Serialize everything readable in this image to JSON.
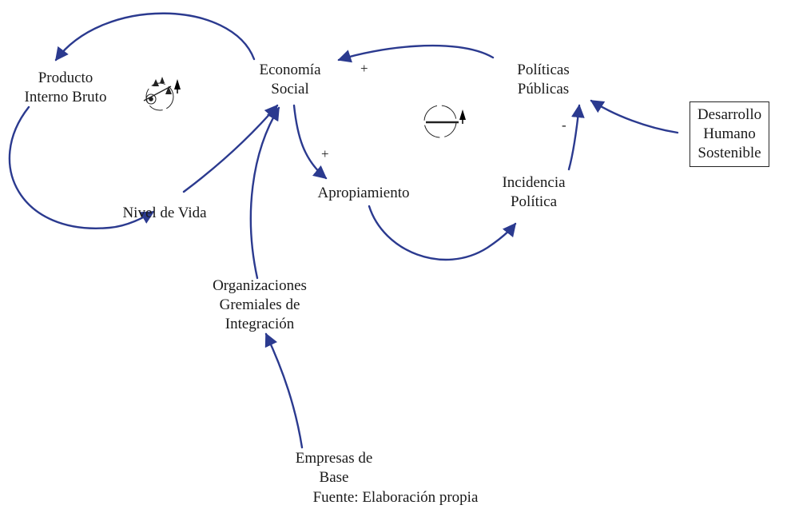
{
  "diagram": {
    "link_color": "#2b3a8f",
    "nodes": {
      "pib": [
        "Producto",
        "Interno Bruto"
      ],
      "economia_social": [
        "Economía",
        "Social"
      ],
      "politicas_publicas": [
        "Políticas",
        "Públicas"
      ],
      "desarrollo_humano": [
        "Desarrollo",
        "Humano",
        "Sostenible"
      ],
      "nivel_de_vida": [
        "Nivel de Vida"
      ],
      "apropiamiento": [
        "Apropiamiento"
      ],
      "incidencia_politica": [
        "Incidencia",
        "Política"
      ],
      "organizaciones": [
        "Organizaciones",
        "Gremiales de",
        "Integración"
      ],
      "empresas": [
        "Empresas de",
        "Base"
      ]
    },
    "polarities": {
      "politicas_to_economia": "+",
      "economia_to_apropiamiento": "+",
      "incidencia_to_politicas": "-"
    },
    "loop_icons": [
      "reinforcing-loop-icon",
      "balancing-loop-icon"
    ]
  },
  "caption": "Fuente: Elaboración propia"
}
